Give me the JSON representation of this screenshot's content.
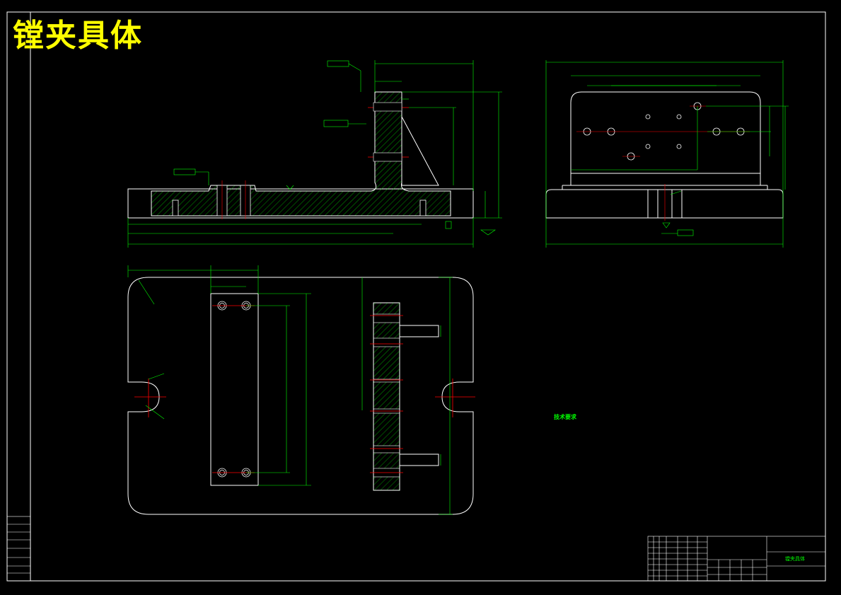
{
  "drawing_title": "镗夹具体",
  "tech_requirements": {
    "title": "技术要求",
    "items": [
      "",
      "",
      "",
      ""
    ]
  },
  "title_block": {
    "part_number": "",
    "school": "",
    "part_name": "镗夹具体",
    "sheet": ""
  },
  "colors": {
    "background": "#000000",
    "outline": "#ffffff",
    "dimension": "#00ff00",
    "center_line": "#ff0000",
    "title": "#ffff00"
  }
}
